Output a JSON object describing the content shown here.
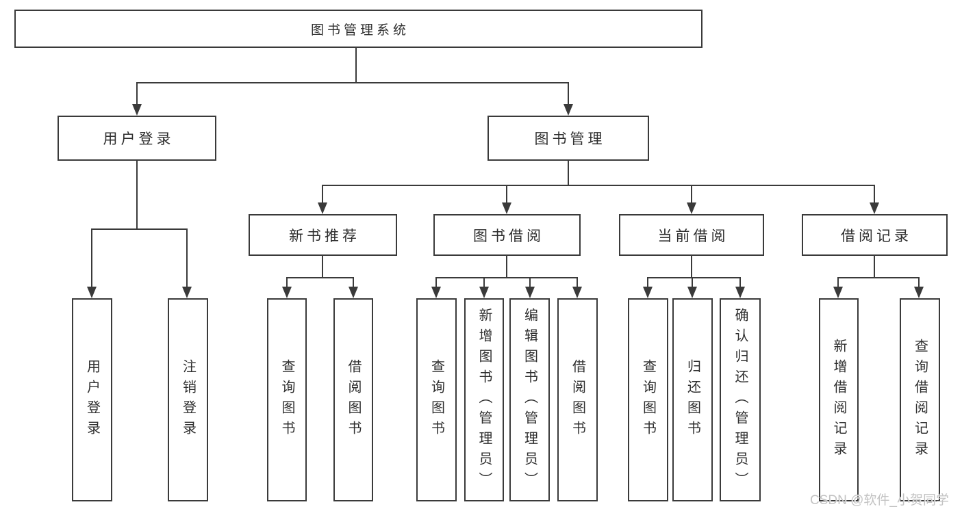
{
  "tree": {
    "label": "图书管理系统",
    "children": [
      {
        "label": "用户登录",
        "children": [
          {
            "label": "用户登录"
          },
          {
            "label": "注销登录"
          }
        ]
      },
      {
        "label": "图书管理",
        "children": [
          {
            "label": "新书推荐",
            "children": [
              {
                "label": "查询图书"
              },
              {
                "label": "借阅图书"
              }
            ]
          },
          {
            "label": "图书借阅",
            "children": [
              {
                "label": "查询图书"
              },
              {
                "label": "新增图书（管理员）"
              },
              {
                "label": "编辑图书（管理员）"
              },
              {
                "label": "借阅图书"
              }
            ]
          },
          {
            "label": "当前借阅",
            "children": [
              {
                "label": "查询图书"
              },
              {
                "label": "归还图书"
              },
              {
                "label": "确认归还（管理员）"
              }
            ]
          },
          {
            "label": "借阅记录",
            "children": [
              {
                "label": "新增借阅记录"
              },
              {
                "label": "查询借阅记录"
              }
            ]
          }
        ]
      }
    ]
  },
  "watermark": "CSDN @软件_小贺同学",
  "colors": {
    "line": "#3a3a3a",
    "text": "#2e2e2e",
    "watermark": "#c3c3c3",
    "bg": "#ffffff"
  }
}
